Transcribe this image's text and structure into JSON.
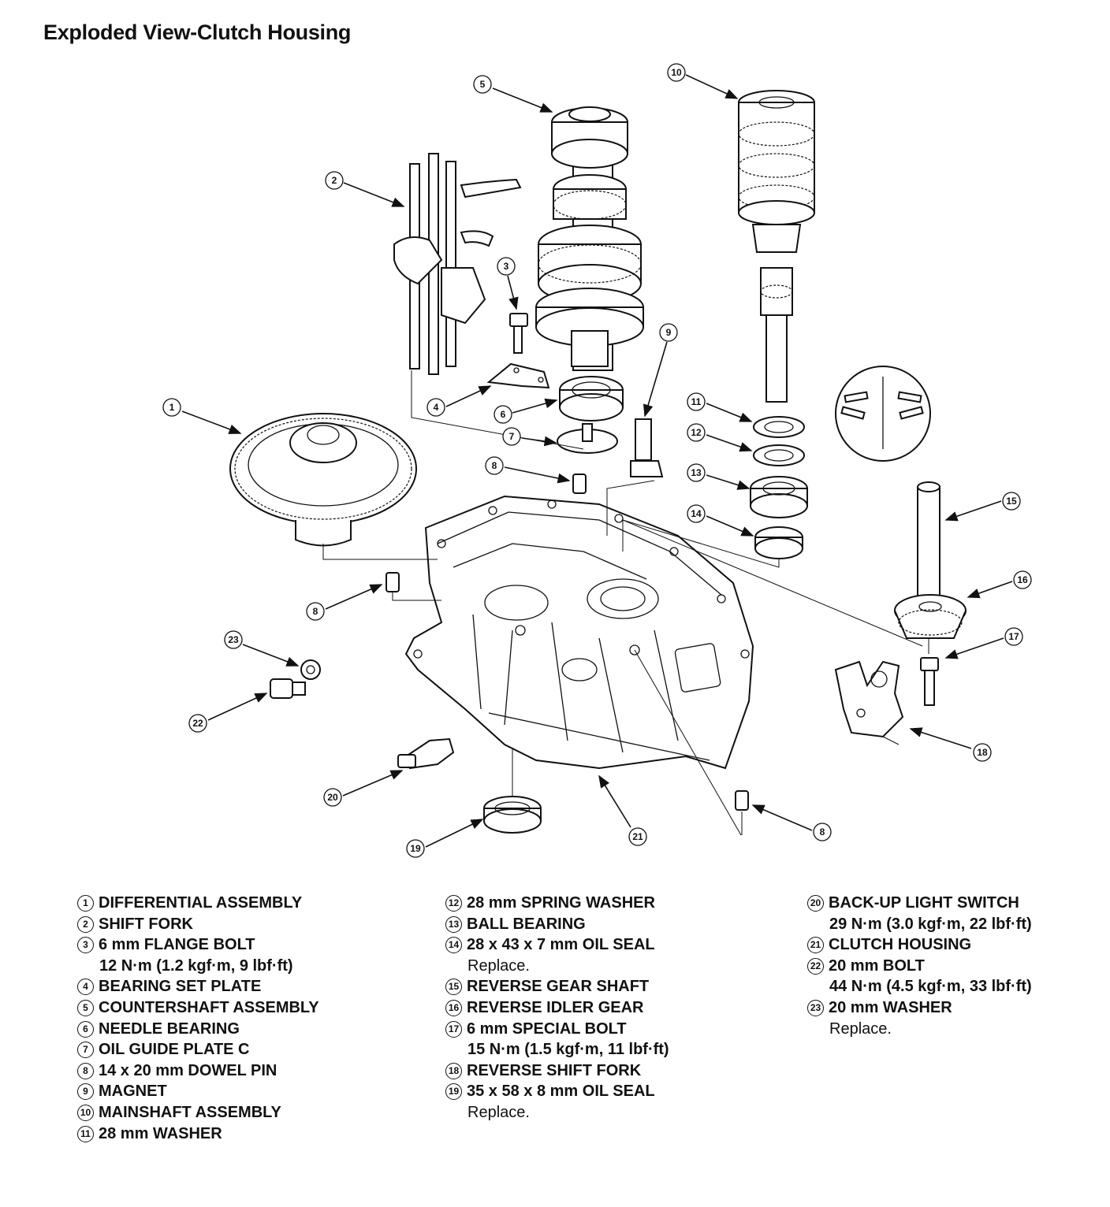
{
  "page": {
    "title": "Exploded View-Clutch Housing"
  },
  "callouts": [
    {
      "id": "c1",
      "num": "1"
    },
    {
      "id": "c2",
      "num": "2"
    },
    {
      "id": "c3",
      "num": "3"
    },
    {
      "id": "c4",
      "num": "4"
    },
    {
      "id": "c5",
      "num": "5"
    },
    {
      "id": "c6",
      "num": "6"
    },
    {
      "id": "c7",
      "num": "7"
    },
    {
      "id": "c8a",
      "num": "8"
    },
    {
      "id": "c8b",
      "num": "8"
    },
    {
      "id": "c8c",
      "num": "8"
    },
    {
      "id": "c9",
      "num": "9"
    },
    {
      "id": "c10",
      "num": "10"
    },
    {
      "id": "c11",
      "num": "11"
    },
    {
      "id": "c12",
      "num": "12"
    },
    {
      "id": "c13",
      "num": "13"
    },
    {
      "id": "c14",
      "num": "14"
    },
    {
      "id": "c15",
      "num": "15"
    },
    {
      "id": "c16",
      "num": "16"
    },
    {
      "id": "c17",
      "num": "17"
    },
    {
      "id": "c18",
      "num": "18"
    },
    {
      "id": "c19",
      "num": "19"
    },
    {
      "id": "c20",
      "num": "20"
    },
    {
      "id": "c21",
      "num": "21"
    },
    {
      "id": "c22",
      "num": "22"
    },
    {
      "id": "c23",
      "num": "23"
    }
  ],
  "legend": {
    "col1": [
      {
        "num": "1",
        "name": "DIFFERENTIAL ASSEMBLY"
      },
      {
        "num": "2",
        "name": "SHIFT FORK"
      },
      {
        "num": "3",
        "name": "6 mm FLANGE BOLT",
        "torque": "12 N·m (1.2 kgf·m, 9 lbf·ft)"
      },
      {
        "num": "4",
        "name": "BEARING SET PLATE"
      },
      {
        "num": "5",
        "name": "COUNTERSHAFT ASSEMBLY"
      },
      {
        "num": "6",
        "name": "NEEDLE BEARING"
      },
      {
        "num": "7",
        "name": "OIL GUIDE PLATE C"
      },
      {
        "num": "8",
        "name": "14 x 20 mm DOWEL PIN"
      },
      {
        "num": "9",
        "name": "MAGNET"
      },
      {
        "num": "10",
        "name": "MAINSHAFT ASSEMBLY"
      },
      {
        "num": "11",
        "name": "28 mm WASHER"
      }
    ],
    "col2": [
      {
        "num": "12",
        "name": "28 mm SPRING WASHER"
      },
      {
        "num": "13",
        "name": "BALL BEARING"
      },
      {
        "num": "14",
        "name": "28 x 43 x 7 mm OIL SEAL",
        "note": "Replace."
      },
      {
        "num": "15",
        "name": "REVERSE GEAR SHAFT"
      },
      {
        "num": "16",
        "name": "REVERSE IDLER GEAR"
      },
      {
        "num": "17",
        "name": "6 mm SPECIAL BOLT",
        "torque": "15 N·m (1.5 kgf·m, 11 lbf·ft)"
      },
      {
        "num": "18",
        "name": "REVERSE SHIFT FORK"
      },
      {
        "num": "19",
        "name": "35 x 58 x 8 mm OIL SEAL",
        "note": "Replace."
      }
    ],
    "col3": [
      {
        "num": "20",
        "name": "BACK-UP LIGHT SWITCH",
        "torque": "29 N·m (3.0 kgf·m, 22 lbf·ft)"
      },
      {
        "num": "21",
        "name": "CLUTCH HOUSING"
      },
      {
        "num": "22",
        "name": "20 mm BOLT",
        "torque": "44 N·m (4.5 kgf·m, 33 lbf·ft)"
      },
      {
        "num": "23",
        "name": "20 mm WASHER",
        "note": "Replace."
      }
    ]
  }
}
